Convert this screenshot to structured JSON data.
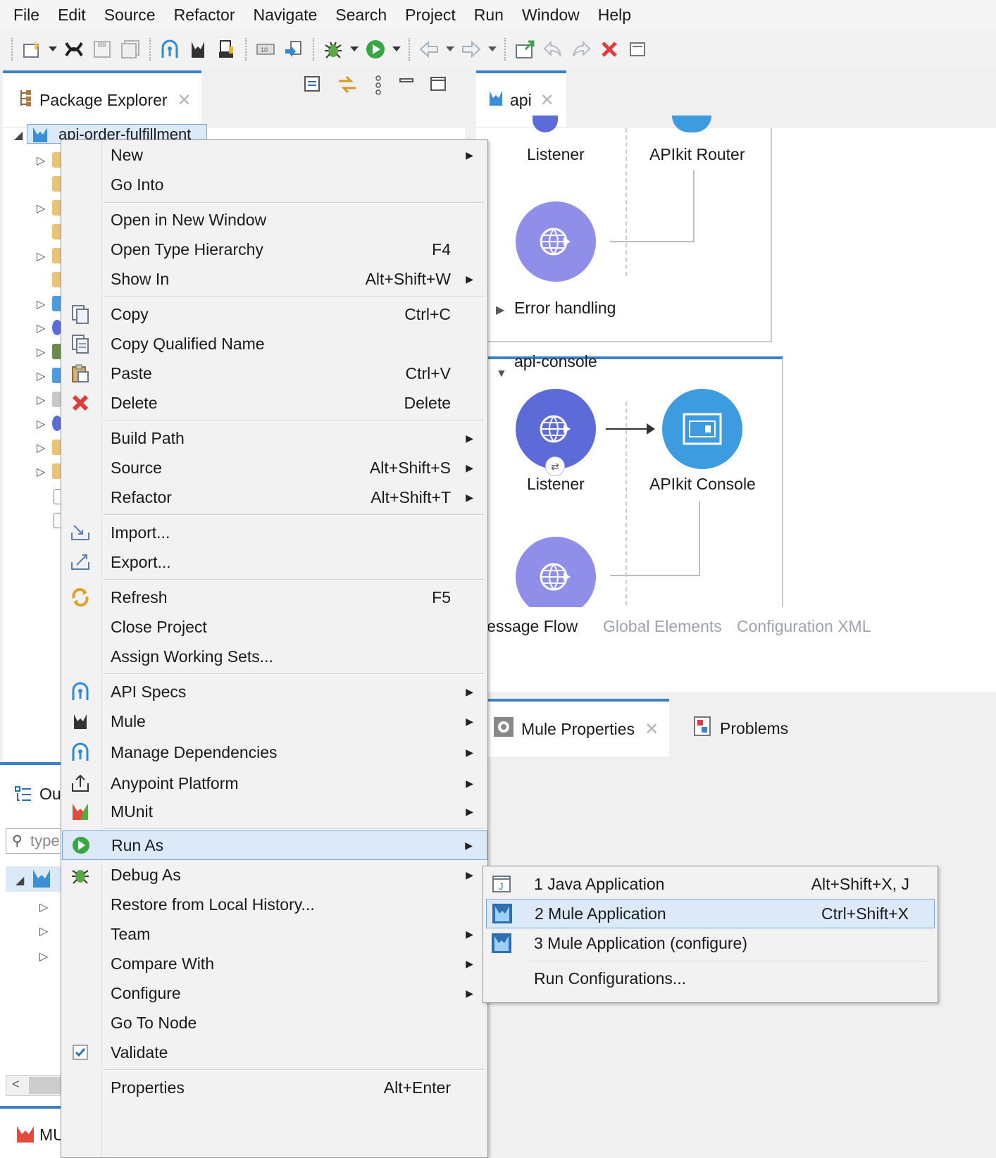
{
  "menubar": [
    "File",
    "Edit",
    "Source",
    "Refactor",
    "Navigate",
    "Search",
    "Project",
    "Run",
    "Window",
    "Help"
  ],
  "package_explorer": {
    "tab_label": "Package Explorer",
    "project_name": "api-order-fulfillment"
  },
  "outline": {
    "tab_label": "Ou",
    "filter_placeholder": "type"
  },
  "bottom_left_label": "MU",
  "editor": {
    "tab_label": "api",
    "flow1": {
      "listener_label": "Listener",
      "router_label": "APIkit Router",
      "error_handling_label": "Error handling"
    },
    "flow2": {
      "title": "api-console",
      "listener_label": "Listener",
      "console_label": "APIkit Console"
    },
    "subtabs": [
      "Message Flow",
      "Global Elements",
      "Configuration XML"
    ]
  },
  "props": {
    "mule_properties_label": "Mule Properties",
    "problems_label": "Problems"
  },
  "context_menu": {
    "items": [
      {
        "label": "New",
        "shortcut": "",
        "submenu": true
      },
      {
        "label": "Go Into",
        "shortcut": "",
        "submenu": false
      },
      {
        "label": "Open in New Window",
        "shortcut": "",
        "submenu": false
      },
      {
        "label": "Open Type Hierarchy",
        "shortcut": "F4",
        "submenu": false
      },
      {
        "label": "Show In",
        "shortcut": "Alt+Shift+W",
        "submenu": true
      },
      {
        "label": "Copy",
        "shortcut": "Ctrl+C",
        "submenu": false
      },
      {
        "label": "Copy Qualified Name",
        "shortcut": "",
        "submenu": false
      },
      {
        "label": "Paste",
        "shortcut": "Ctrl+V",
        "submenu": false
      },
      {
        "label": "Delete",
        "shortcut": "Delete",
        "submenu": false
      },
      {
        "label": "Build Path",
        "shortcut": "",
        "submenu": true
      },
      {
        "label": "Source",
        "shortcut": "Alt+Shift+S",
        "submenu": true
      },
      {
        "label": "Refactor",
        "shortcut": "Alt+Shift+T",
        "submenu": true
      },
      {
        "label": "Import...",
        "shortcut": "",
        "submenu": false
      },
      {
        "label": "Export...",
        "shortcut": "",
        "submenu": false
      },
      {
        "label": "Refresh",
        "shortcut": "F5",
        "submenu": false
      },
      {
        "label": "Close Project",
        "shortcut": "",
        "submenu": false
      },
      {
        "label": "Assign Working Sets...",
        "shortcut": "",
        "submenu": false
      },
      {
        "label": "API Specs",
        "shortcut": "",
        "submenu": true
      },
      {
        "label": "Mule",
        "shortcut": "",
        "submenu": true
      },
      {
        "label": "Manage Dependencies",
        "shortcut": "",
        "submenu": true
      },
      {
        "label": "Anypoint Platform",
        "shortcut": "",
        "submenu": true
      },
      {
        "label": "MUnit",
        "shortcut": "",
        "submenu": true
      },
      {
        "label": "Run As",
        "shortcut": "",
        "submenu": true
      },
      {
        "label": "Debug As",
        "shortcut": "",
        "submenu": true
      },
      {
        "label": "Restore from Local History...",
        "shortcut": "",
        "submenu": false
      },
      {
        "label": "Team",
        "shortcut": "",
        "submenu": true
      },
      {
        "label": "Compare With",
        "shortcut": "",
        "submenu": true
      },
      {
        "label": "Configure",
        "shortcut": "",
        "submenu": true
      },
      {
        "label": "Go To Node",
        "shortcut": "",
        "submenu": false
      },
      {
        "label": "Validate",
        "shortcut": "",
        "submenu": false
      },
      {
        "label": "Properties",
        "shortcut": "Alt+Enter",
        "submenu": false
      }
    ]
  },
  "run_as_submenu": {
    "items": [
      {
        "label": "1 Java Application",
        "shortcut": "Alt+Shift+X, J"
      },
      {
        "label": "2 Mule Application",
        "shortcut": "Ctrl+Shift+X"
      },
      {
        "label": "3 Mule Application (configure)",
        "shortcut": ""
      },
      {
        "label": "Run Configurations...",
        "shortcut": ""
      }
    ]
  },
  "colors": {
    "accent_tab": "#3b83c6",
    "menu_highlight": "#dbe9f9",
    "node_listener": "#5c6bd8",
    "node_error": "#8f8fea",
    "node_console": "#3d9be0",
    "delete_red": "#e23b3b",
    "run_green": "#3aa545"
  }
}
